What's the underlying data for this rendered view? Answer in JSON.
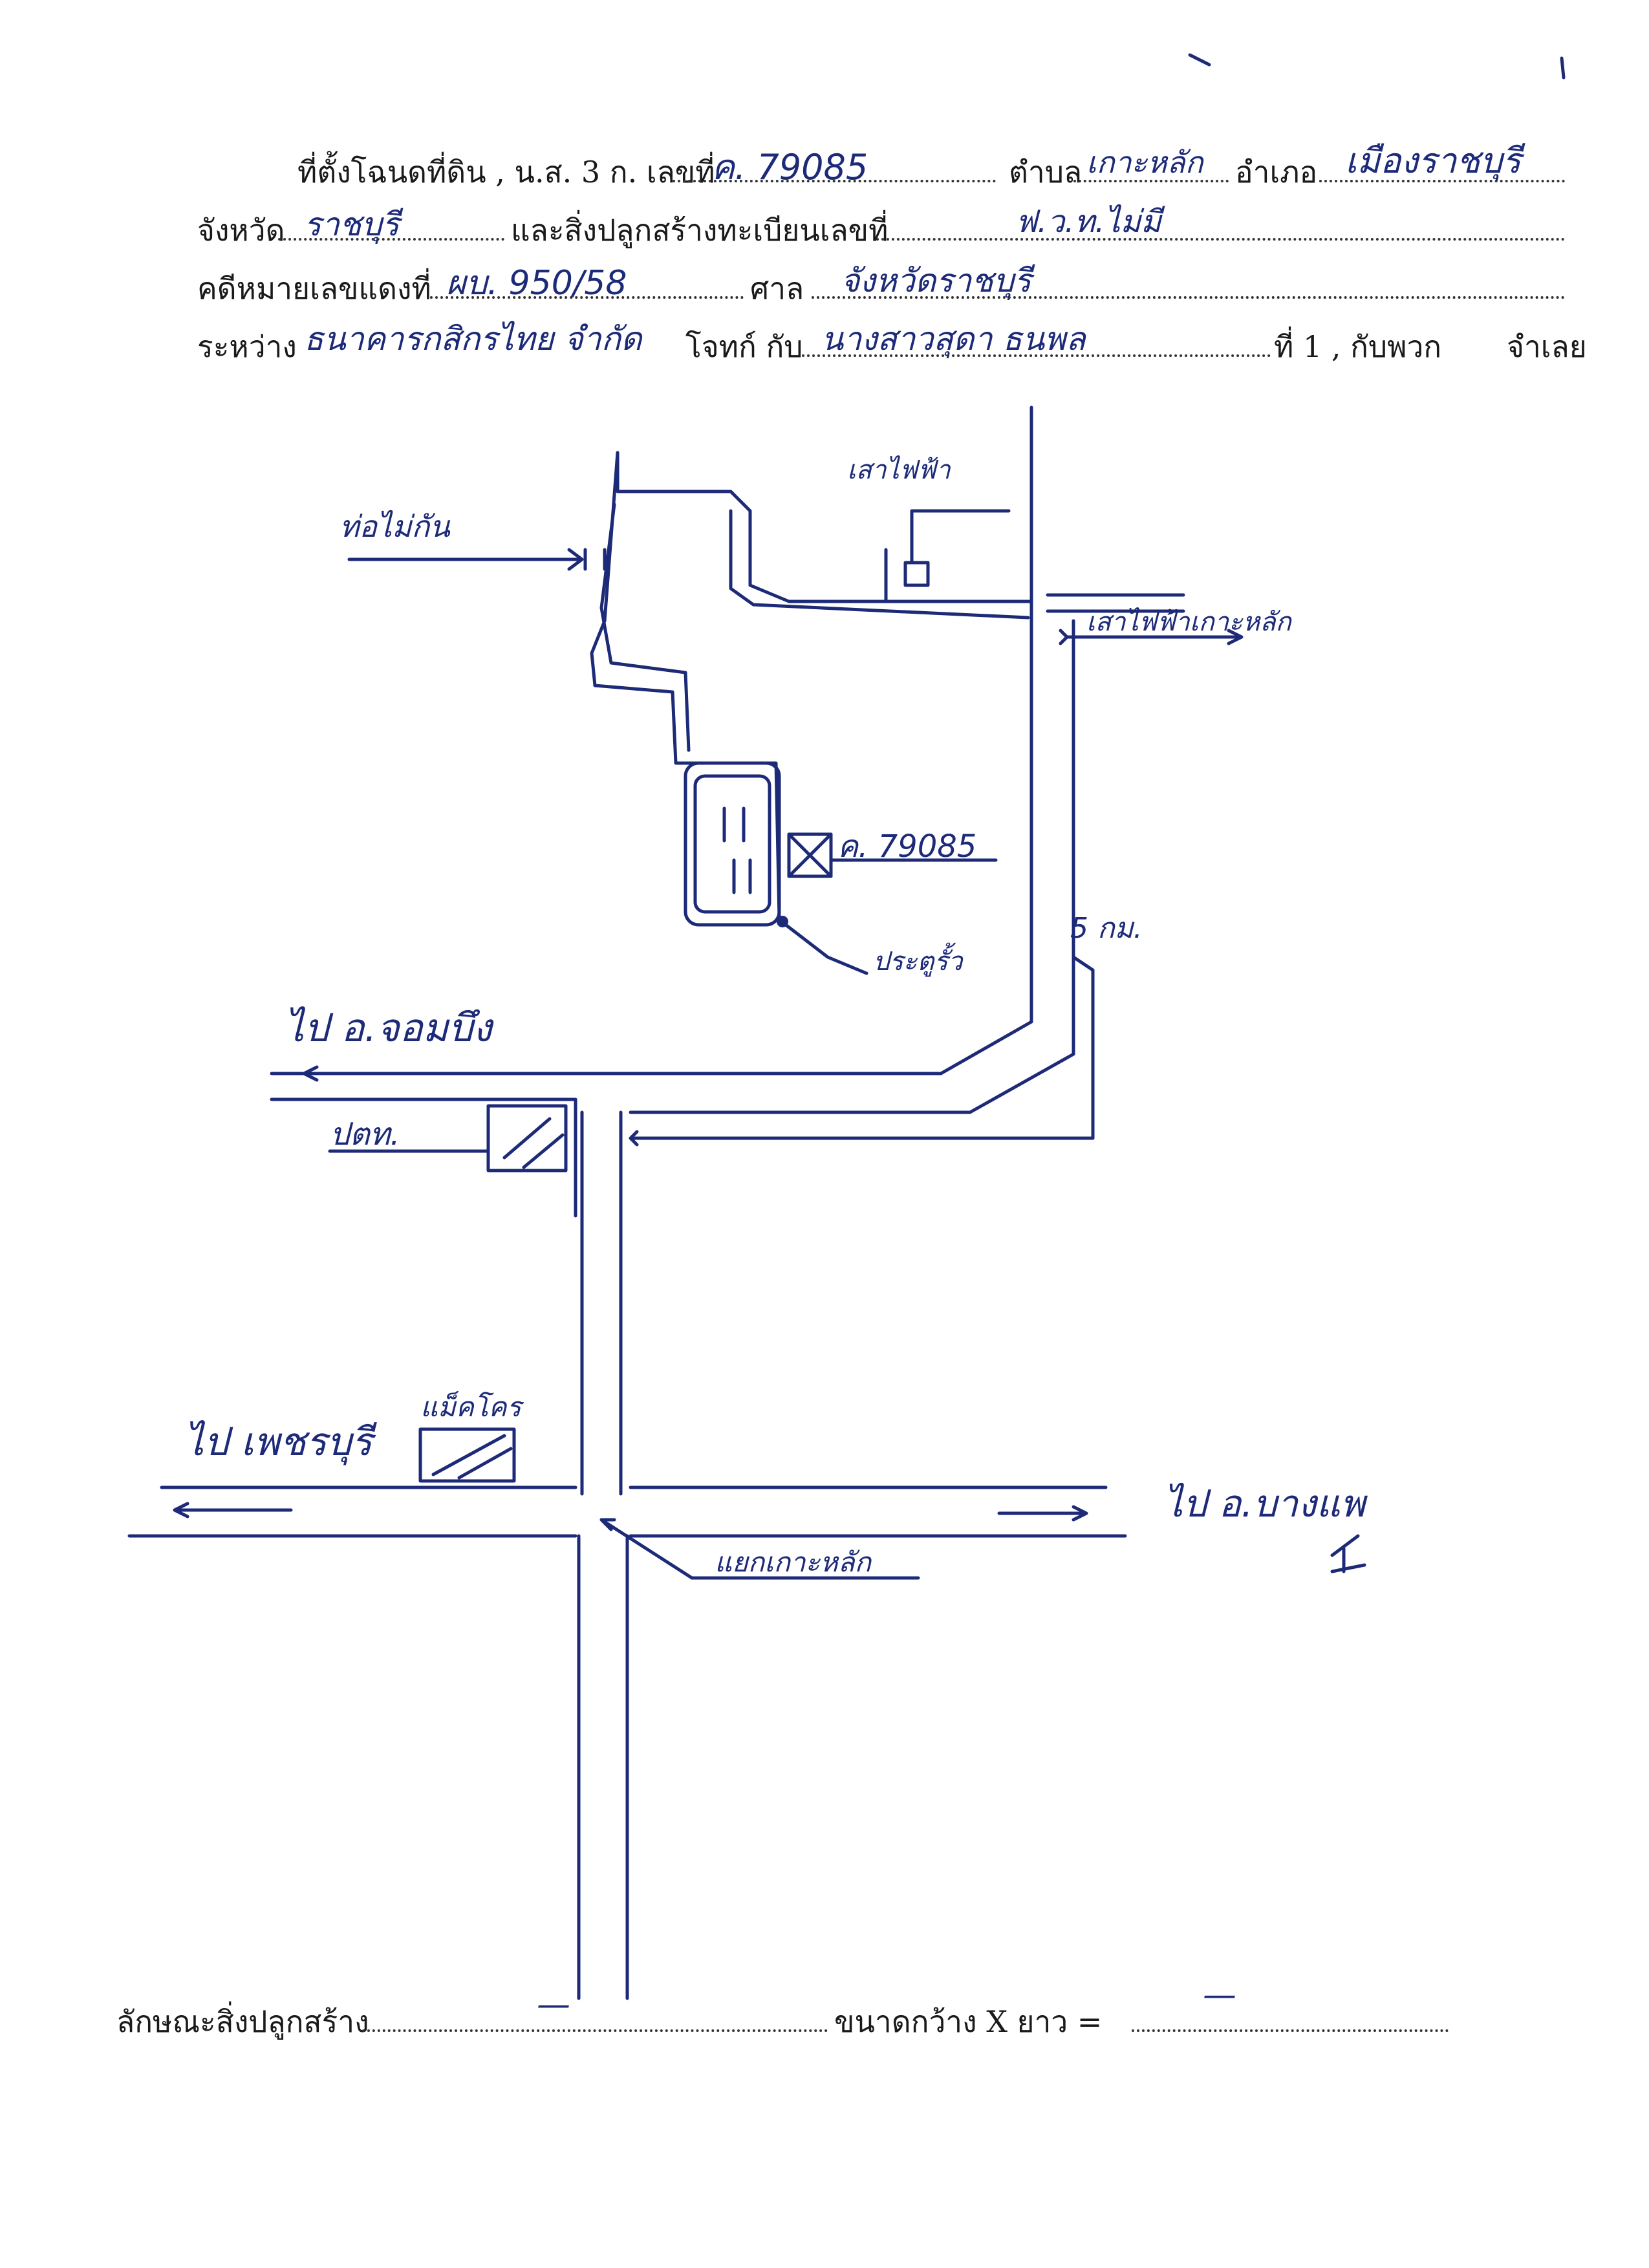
{
  "header": {
    "row1": {
      "lead": "ที่ตั้งโฉนดที่ดิน , น.ส. 3 ก. เลขที่",
      "deed_no": "ค. 79085",
      "tambon_label": "ตำบล",
      "tambon": "เกาะหลัก",
      "amphoe_label": "อำเภอ",
      "amphoe": "เมืองราชบุรี"
    },
    "row2": {
      "province_label": "จังหวัด",
      "province": "ราชบุรี",
      "building_label": "และสิ่งปลูกสร้างทะเบียนเลขที่",
      "building_no": "ฟ.ว.ท.ไม่มี"
    },
    "row3": {
      "case_label": "คดีหมายเลขแดงที่",
      "case_no": "ผบ. 950/58",
      "court_label": "ศาล",
      "court": "จังหวัดราชบุรี"
    },
    "row4": {
      "between_label": "ระหว่าง",
      "plaintiff": "ธนาคารกสิกรไทย จำกัด",
      "plaintiff_label": "โจทก์ กับ",
      "defendant": "นางสาวสุดา ธนพล",
      "defendant_suffix": "ที่ 1 , กับพวก",
      "debtor_label": "จำเลย"
    }
  },
  "map": {
    "labels": {
      "pipe": "ท่อไม่กัน",
      "pole_top": "เสาไฟฟ้า",
      "road_right": "เสาไฟฟ้าเกาะหลัก",
      "deed": "ค. 79085",
      "gate": "ประตูรั้ว",
      "distance": "5 กม.",
      "to_left_upper": "ไป อ.จอมบึง",
      "ptt": "ปตท.",
      "to_left_lower": "ไป เพชรบุรี",
      "makro": "แม็คโคร",
      "to_right_lower": "ไป อ.บางแพ",
      "junction": "แยกเกาะหลัก"
    }
  },
  "footer": {
    "building_type_label": "ลักษณะสิ่งปลูกสร้าง",
    "building_type_value": "—",
    "size_label": "ขนาดกว้าง X ยาว =",
    "size_value": "—"
  }
}
